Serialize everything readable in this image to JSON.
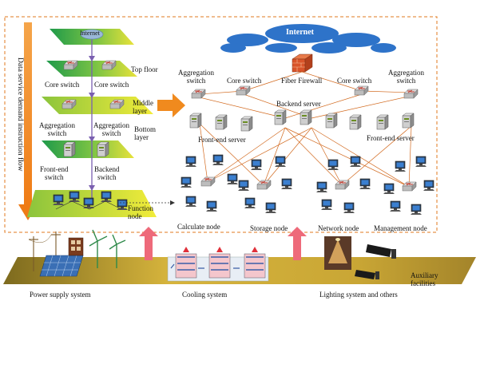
{
  "left_stack": {
    "side_flow_label": "Data service demand instruction flow",
    "internet": "Internet",
    "top_floor": "Top floor",
    "core_switch_1": "Core switch",
    "core_switch_2": "Core switch",
    "middle_layer": "Middle\nlayer",
    "aggregation_switch_1": "Aggregation\nswitch",
    "aggregation_switch_2": "Aggregation\nswitch",
    "bottom_layer": "Bottom\nlayer",
    "front_end_switch": "Front-end\nswitch",
    "backend_switch": "Backend\nswitch",
    "function_node": "Function\nnode"
  },
  "network": {
    "internet": "Internet",
    "fiber_firewall": "Fiber Firewall",
    "aggregation_switch_left": "Aggregation\nswitch",
    "aggregation_switch_right": "Aggregation\nswitch",
    "core_switch_left": "Core switch",
    "core_switch_right": "Core switch",
    "backend_server": "Backend server",
    "front_end_server_left": "Front-end server",
    "front_end_server_right": "Front-end server",
    "calculate_node": "Calculate node",
    "storage_node": "Storage node",
    "network_node": "Network node",
    "management_node": "Management node"
  },
  "facilities": {
    "power_supply": "Power supply system",
    "cooling": "Cooling system",
    "lighting": "Lighting system and others",
    "auxiliary": "Auxiliary\nfacilities"
  },
  "colors": {
    "dashed_border": "#e07a1f",
    "flow_arrow": "#f08a1e",
    "layer_green": "#1f9a4a",
    "layer_yellow": "#e8e23a",
    "ground": "#c9a635",
    "cloud": "#2e73c9",
    "link": "#d2691e",
    "up_arrow": "#ee6a7a"
  },
  "icons": [
    "switch-icon",
    "server-icon",
    "computer-icon",
    "firewall-icon",
    "cloud-icon",
    "solar-panel-icon",
    "wind-turbine-icon",
    "power-pole-icon",
    "cooling-unit-icon",
    "lamp-icon",
    "camera-icon"
  ]
}
